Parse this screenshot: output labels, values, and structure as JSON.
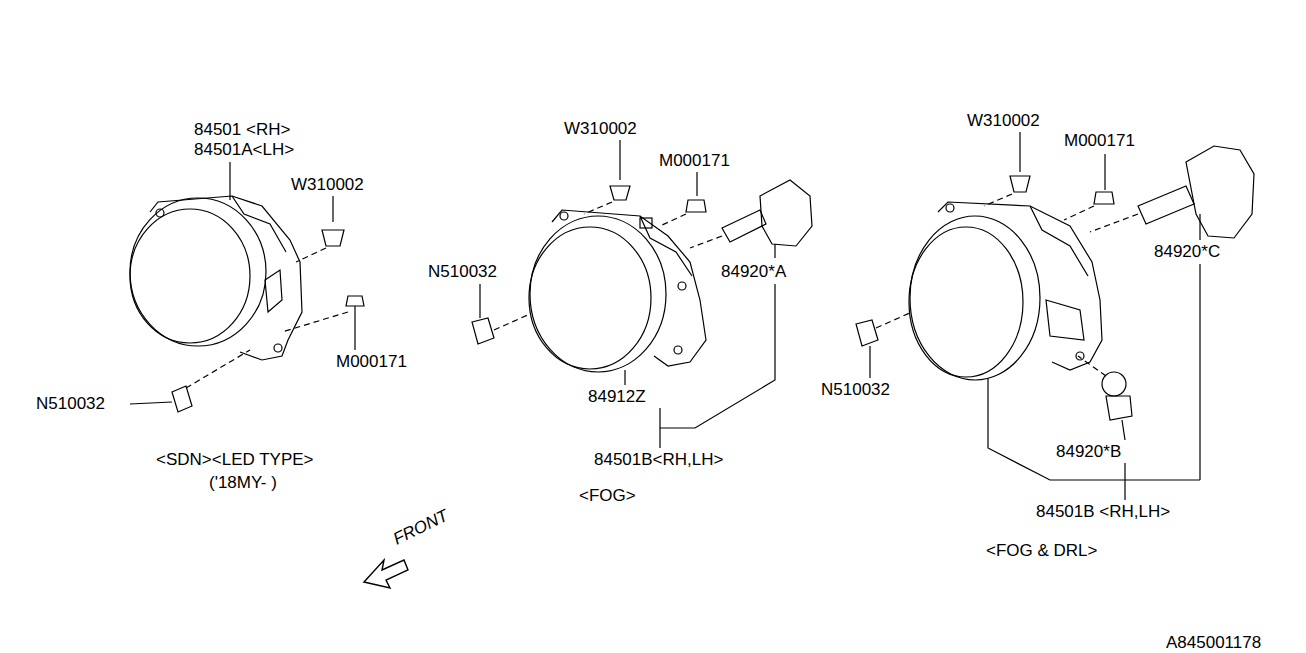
{
  "diagram": {
    "labels": [
      "84501 <RH>",
      "84501A<LH>",
      "W310002",
      "M000171",
      "N510032",
      "<SDN><LED TYPE>",
      "('18MY-  )",
      "W310002",
      "M000171",
      "N510032",
      "84920*A",
      "84912Z",
      "84501B<RH,LH>",
      "<FOG>",
      "W310002",
      "M000171",
      "84920*C",
      "N510032",
      "84920*B",
      "84501B <RH,LH>",
      "<FOG & DRL>",
      "FRONT",
      "A845001178"
    ]
  }
}
